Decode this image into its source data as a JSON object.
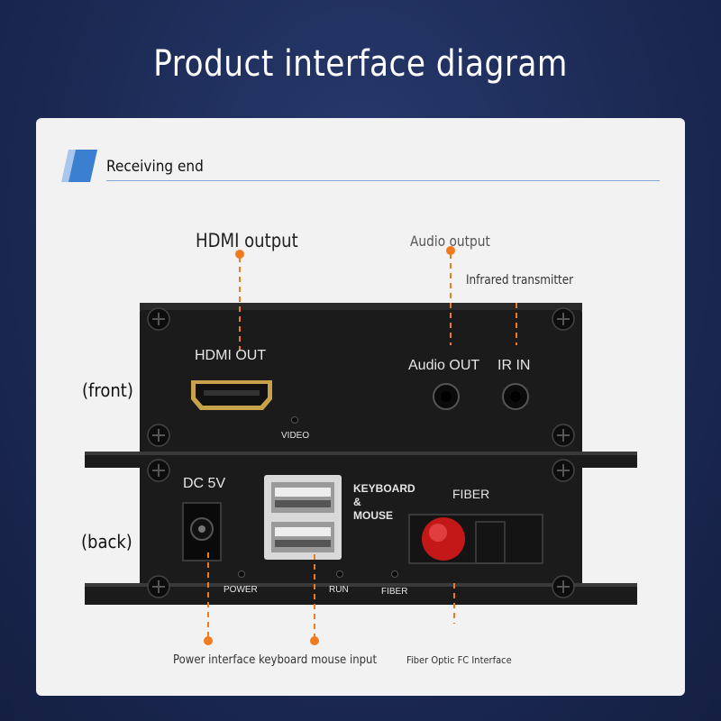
{
  "page_title": "Product interface diagram",
  "section": {
    "title": "Receiving end"
  },
  "callouts": {
    "hdmi_output": "HDMI output",
    "audio_output": "Audio output",
    "infrared_transmitter": "Infrared transmitter",
    "front": "(front)",
    "back": "(back)",
    "power_keyboard": "Power interface keyboard mouse input",
    "fiber_fc": "Fiber Optic FC Interface"
  },
  "front_panel": {
    "hdmi_out": "HDMI OUT",
    "video": "VIDEO",
    "audio_out": "Audio OUT",
    "ir_in": "IR IN"
  },
  "back_panel": {
    "dc": "DC 5V",
    "keyboard_mouse": "KEYBOARD\n&\nMOUSE",
    "fiber": "FIBER",
    "power": "POWER",
    "run": "RUN",
    "fiber_led": "FIBER"
  },
  "colors": {
    "background": "#1c2a55",
    "card": "#f2f2f2",
    "accent_blue": "#3a7fd0",
    "callout_orange": "#f07a1e",
    "device_body": "#1e1e1e",
    "fiber_cap": "#d81e1e"
  }
}
